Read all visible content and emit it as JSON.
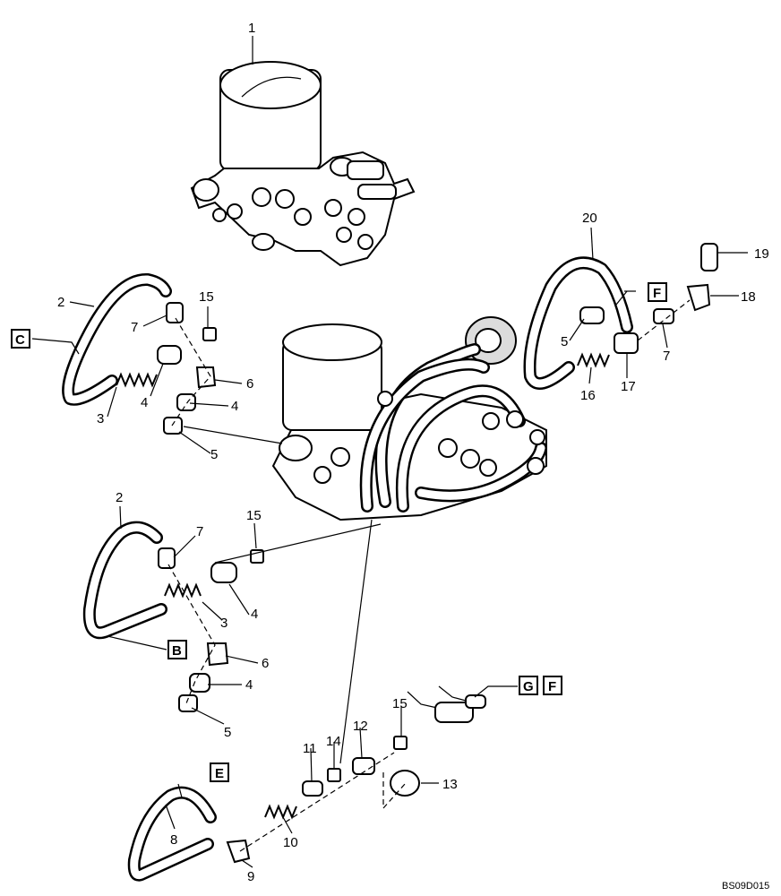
{
  "callouts": {
    "c1": "1",
    "c2a": "2",
    "c2b": "2",
    "c3a": "3",
    "c3b": "3",
    "c4a": "4",
    "c4b": "4",
    "c4c": "4",
    "c4d": "4",
    "c5a": "5",
    "c5b": "5",
    "c5c": "5",
    "c6a": "6",
    "c6b": "6",
    "c7a": "7",
    "c7b": "7",
    "c7c": "7",
    "c8": "8",
    "c9": "9",
    "c10": "10",
    "c11": "11",
    "c12": "12",
    "c13": "13",
    "c14": "14",
    "c15a": "15",
    "c15b": "15",
    "c15c": "15",
    "c16": "16",
    "c17": "17",
    "c18": "18",
    "c19": "19",
    "c20": "20"
  },
  "boxes": {
    "C": "C",
    "F1": "F",
    "B": "B",
    "E": "E",
    "G": "G",
    "F2": "F"
  },
  "drawing_code": "BS09D015"
}
